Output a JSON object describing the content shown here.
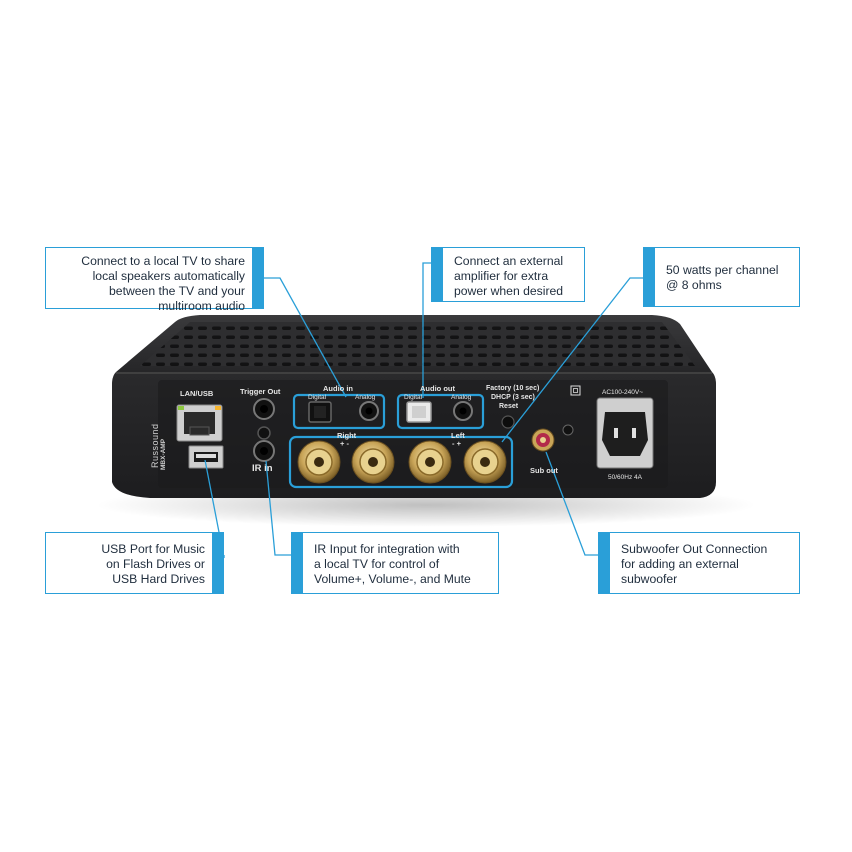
{
  "callouts": {
    "tv_share": {
      "lines": [
        "Connect to a local TV to share",
        "local speakers automatically",
        "between the TV and your",
        "multiroom audio"
      ]
    },
    "external_amp": {
      "lines": [
        "Connect an external",
        "amplifier for extra",
        "power when desired"
      ]
    },
    "watts": {
      "lines": [
        "50 watts per channel",
        "@ 8 ohms"
      ]
    },
    "usb_port": {
      "lines": [
        "USB Port for Music",
        "on Flash Drives or",
        "USB Hard Drives"
      ]
    },
    "ir_input": {
      "lines": [
        "IR Input for integration with",
        "a local TV for control of",
        "Volume+, Volume-, and Mute"
      ]
    },
    "subwoofer": {
      "lines": [
        "Subwoofer Out Connection",
        "for adding an external",
        "subwoofer"
      ]
    }
  },
  "device": {
    "brand": "Russound",
    "model": "MBX-AMP",
    "lan_usb": "LAN/USB",
    "trigger_out": "Trigger Out",
    "ir_in": "IR in",
    "audio_in": "Audio in",
    "audio_out": "Audio out",
    "digital": "Digital",
    "analog": "Analog",
    "factory": "Factory (10 sec)",
    "dhcp": "DHCP (3 sec)",
    "reset": "Reset",
    "right": "Right",
    "left": "Left",
    "right_polarity": "+ -",
    "left_polarity": "- +",
    "sub_out": "Sub out",
    "ac_rating": "AC100-240V~",
    "freq_rating": "50/60Hz 4A"
  },
  "colors": {
    "accent": "#2a9fd8",
    "device_body": "#2b2b2d",
    "binding_post": "#d9c07a"
  }
}
